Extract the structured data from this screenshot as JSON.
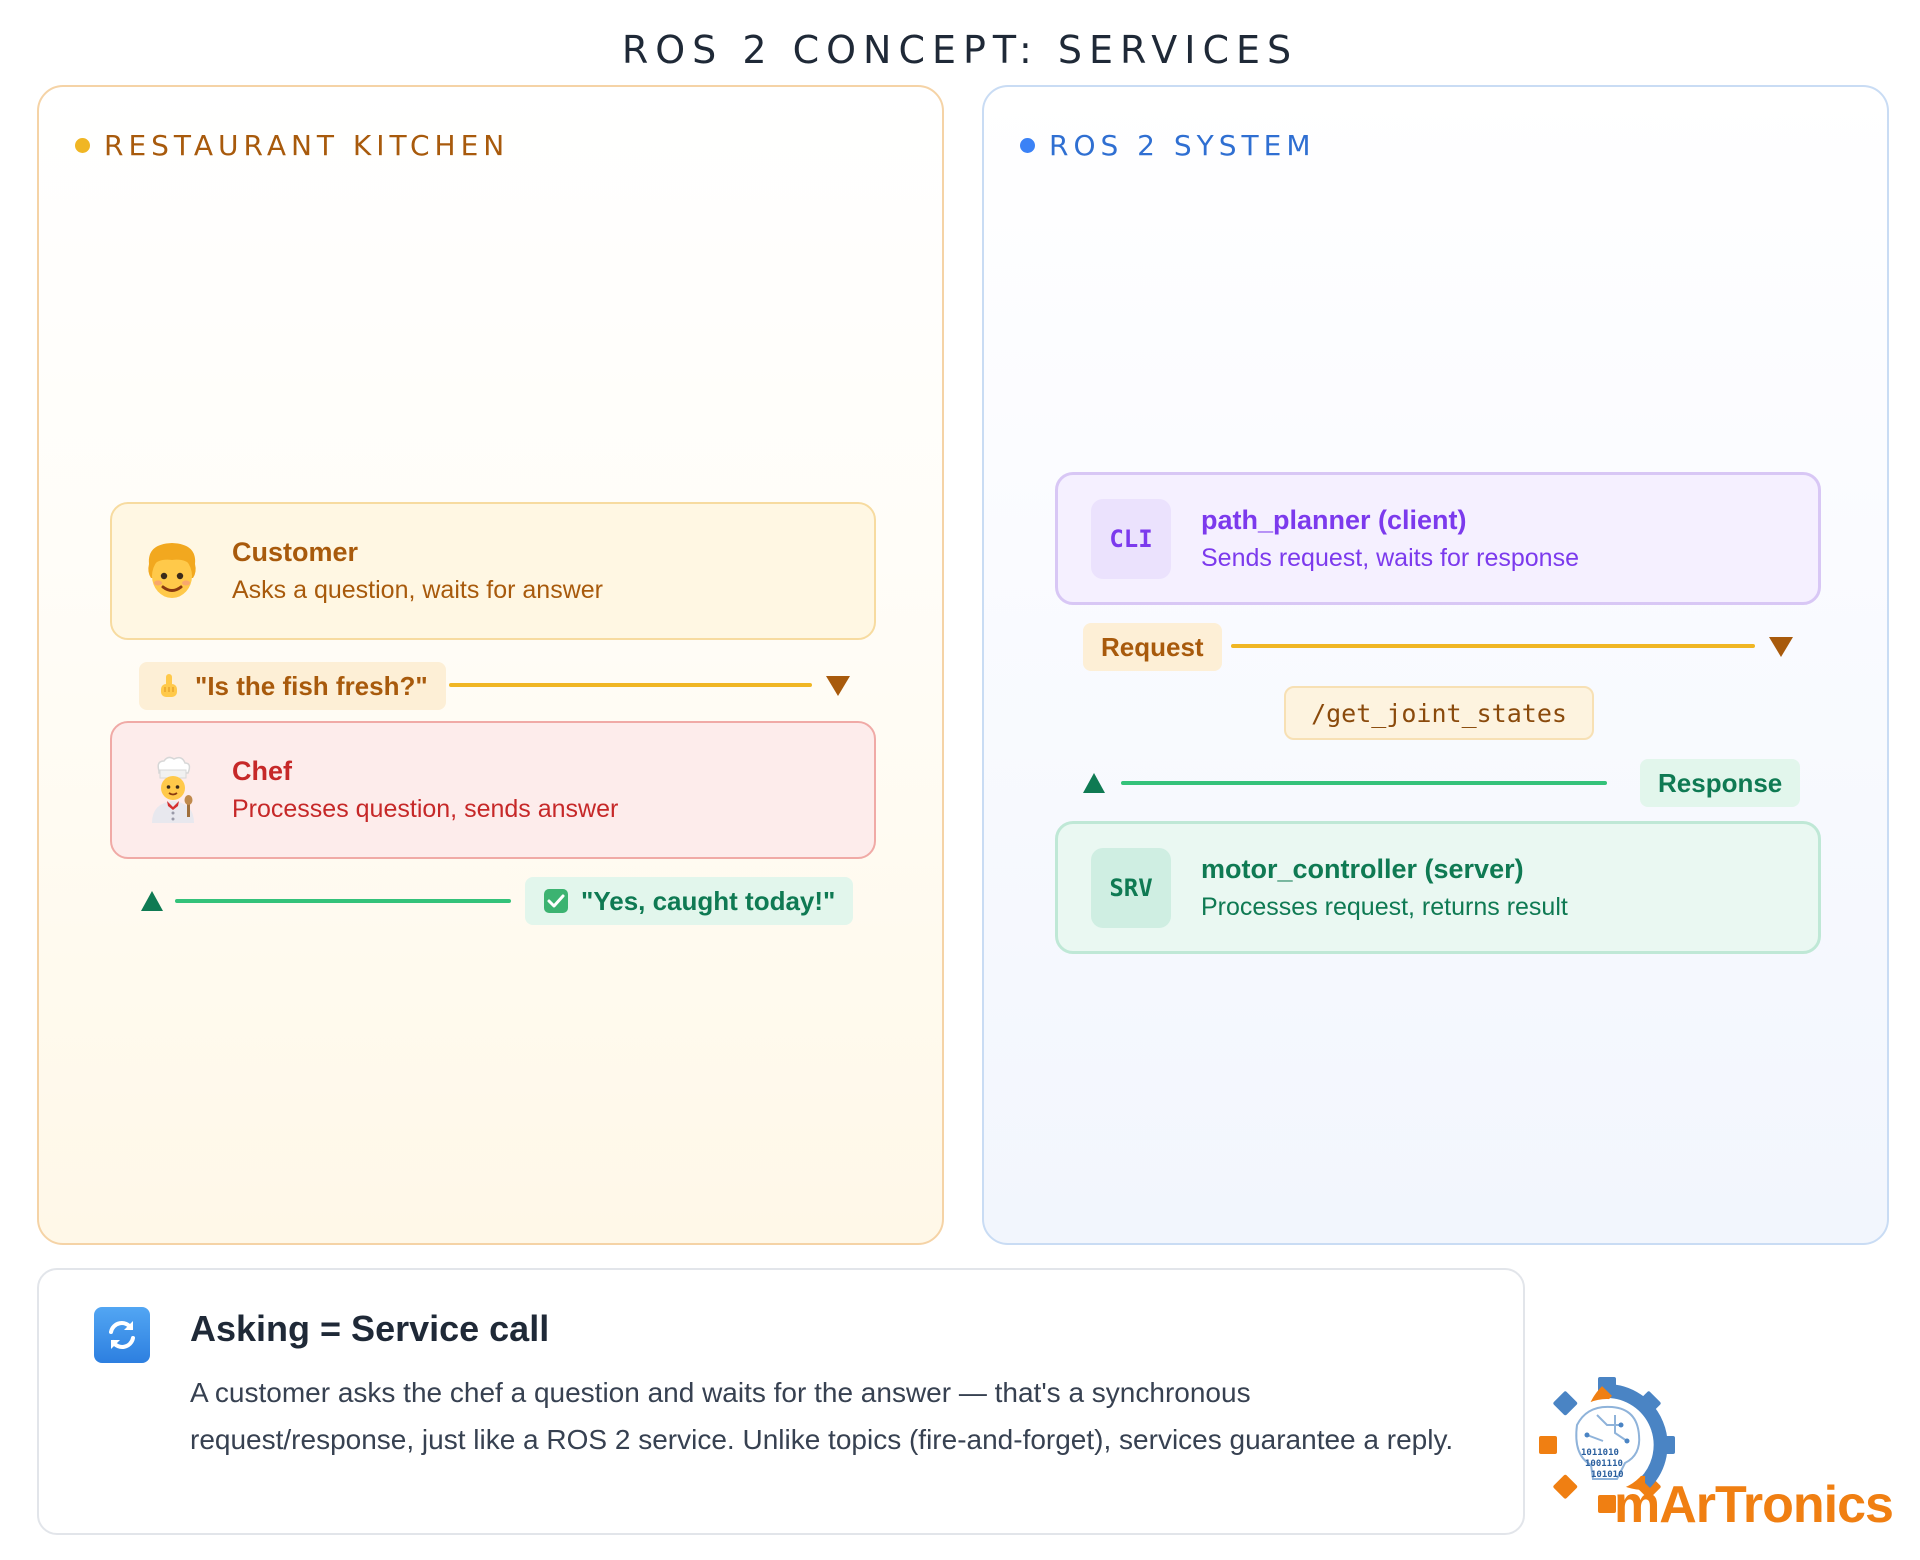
{
  "title": "ROS 2 CONCEPT: SERVICES",
  "kitchen": {
    "label": "RESTAURANT KITCHEN",
    "customer": {
      "title": "Customer",
      "subtitle": "Asks a question, waits for answer"
    },
    "question": "\"Is the fish fresh?\"",
    "chef": {
      "title": "Chef",
      "subtitle": "Processes question, sends answer"
    },
    "answer": "\"Yes, caught today!\""
  },
  "ros": {
    "label": "ROS 2 SYSTEM",
    "client": {
      "badge": "CLI",
      "title": "path_planner (client)",
      "subtitle": "Sends request, waits for response"
    },
    "request_label": "Request",
    "service_name": "/get_joint_states",
    "response_label": "Response",
    "server": {
      "badge": "SRV",
      "title": "motor_controller (server)",
      "subtitle": "Processes request, returns result"
    }
  },
  "summary": {
    "title": "Asking = Service call",
    "body": "A customer asks the chef a question and waits for the answer — that's a synchronous request/response, just like a ROS 2 service. Unlike topics (fire-and-forget), services guarantee a reply."
  },
  "logo": {
    "text": "mArTronics",
    "binary_lines": [
      "1011010",
      "1001110",
      "101010"
    ]
  },
  "colors": {
    "kitchen_accent": "#a85a0c",
    "ros_accent": "#2f6fd2",
    "request": "#f0b624",
    "response": "#34c27a",
    "client": "#7c3aed",
    "server": "#0f7a53",
    "chef": "#c62828"
  },
  "icons": {
    "customer": "person-emoji-icon",
    "chef": "cook-emoji-icon",
    "question": "pointing-finger-icon",
    "answer": "check-mark-icon",
    "summary": "refresh-arrows-icon"
  }
}
